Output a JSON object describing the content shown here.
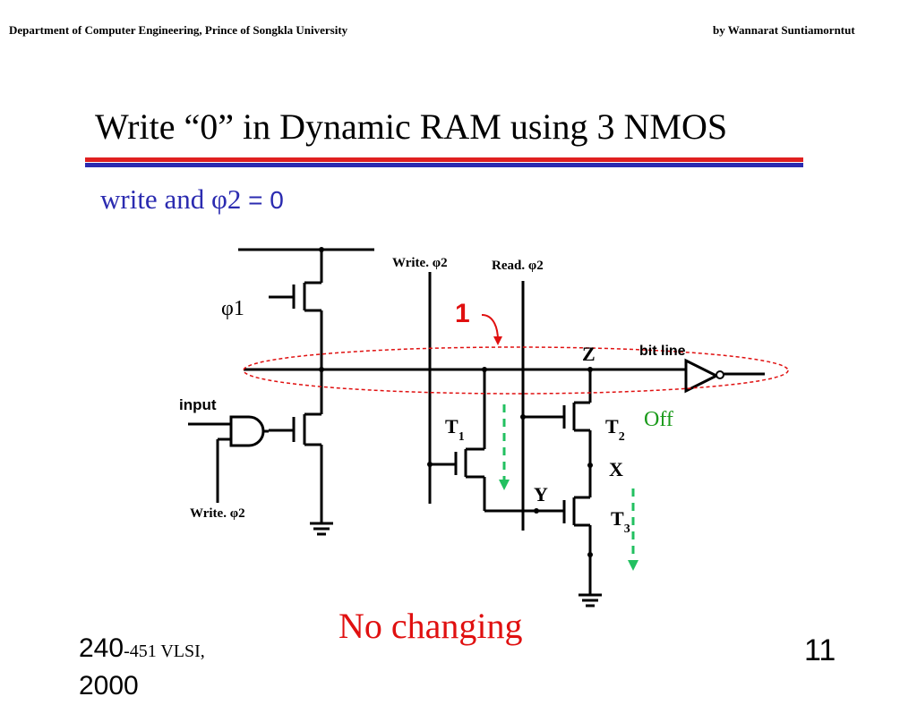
{
  "header": {
    "left": "Department of Computer Engineering, Prince of Songkla University",
    "right": "by Wannarat Suntiamorntut"
  },
  "slide": {
    "title": "Write “0” in Dynamic RAM using  3  NMOS",
    "subtitle_main": "write  and  φ2",
    "subtitle_value": " = 0",
    "result_text": "No changing",
    "page_number": "11"
  },
  "footer": {
    "course_code": "240",
    "course_suffix": "-451  VLSI,",
    "year": "2000"
  },
  "diagram": {
    "labels": {
      "phi1": "φ1",
      "input": "input",
      "write_phi2_gate": "Write. φ2",
      "write_phi2_line": "Write. φ2",
      "read_phi2_line": "Read. φ2",
      "signal_one": "1",
      "node_z": "Z",
      "bit_line": "bit line",
      "t1": "T",
      "t1_sub": "1",
      "t2": "T",
      "t2_sub": "2",
      "t3": "T",
      "t3_sub": "3",
      "off": "Off",
      "node_x": "X",
      "node_y": "Y"
    },
    "colors": {
      "subtitle": "#2b2bb0",
      "rule_red": "#e02020",
      "rule_blue": "#2b2bb0",
      "highlight_red": "#e01010",
      "arrow_green": "#22c060",
      "off_green": "#1a9a1a"
    }
  }
}
